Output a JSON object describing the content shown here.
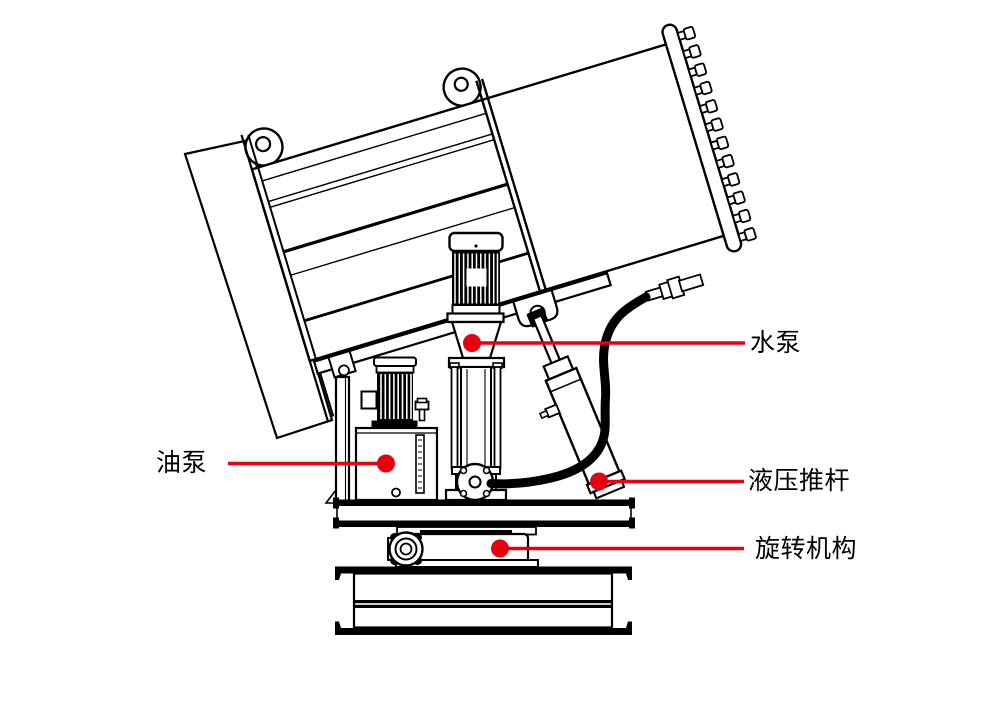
{
  "diagram": {
    "callouts": {
      "water_pump": {
        "label": "水泵"
      },
      "oil_pump": {
        "label": "油泵"
      },
      "hydraulic_rod": {
        "label": "液压推杆"
      },
      "rotation_mech": {
        "label": "旋转机构"
      }
    },
    "colors": {
      "accent_red": "#e60012",
      "line_black": "#000000",
      "background": "#ffffff"
    }
  }
}
